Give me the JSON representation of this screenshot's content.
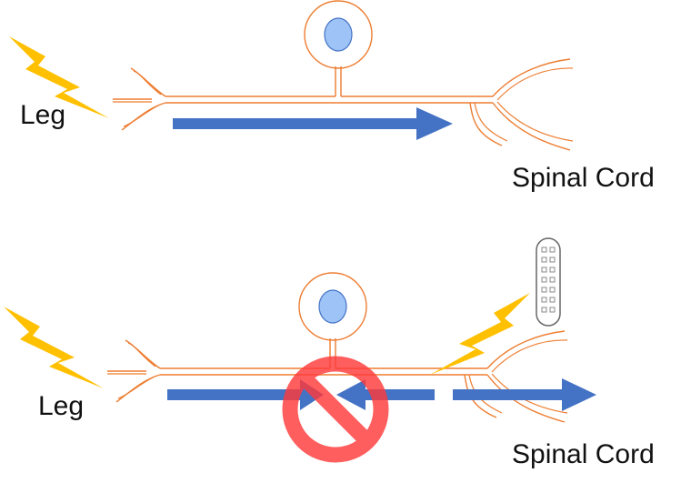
{
  "panels": [
    {
      "leg_label": "Leg",
      "cord_label": "Spinal Cord"
    },
    {
      "leg_label": "Leg",
      "cord_label": "Spinal Cord"
    }
  ],
  "colors": {
    "neuron": "#ED7D31",
    "nucleus_fill": "#9DC3F7",
    "nucleus_stroke": "#4472C4",
    "arrow": "#4472C4",
    "lightning": "#FFC000",
    "block_symbol": "#FF3B3B"
  },
  "icons": [
    "lightning-bolt-icon",
    "no-entry-icon",
    "stimulator-device-icon"
  ]
}
